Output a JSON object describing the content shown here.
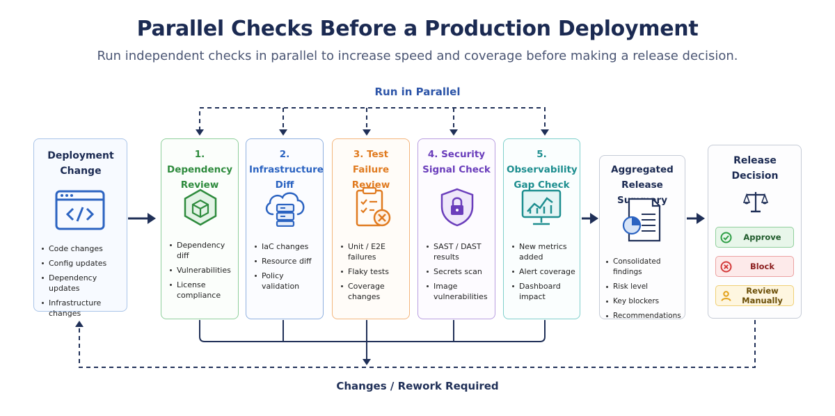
{
  "header": {
    "title": "Parallel Checks Before a Production Deployment",
    "subtitle": "Run independent checks in parallel to increase speed and coverage before making a release decision."
  },
  "labels": {
    "run_in_parallel": "Run in Parallel",
    "rework": "Changes / Rework Required"
  },
  "deployment": {
    "title": "Deployment Change",
    "icon": "code-window-icon",
    "items": [
      "Code changes",
      "Config updates",
      "Dependency updates",
      "Infrastructure changes"
    ]
  },
  "checks": [
    {
      "title": "1. Dependency Review",
      "icon": "package-icon",
      "color": "#2e8b3d",
      "items": [
        "Dependency diff",
        "Vulnerabilities",
        "License compliance"
      ]
    },
    {
      "title": "2. Infrastructure Diff",
      "icon": "cloud-server-icon",
      "color": "#2b63c1",
      "items": [
        "IaC changes",
        "Resource diff",
        "Policy validation"
      ]
    },
    {
      "title": "3. Test Failure Review",
      "icon": "clipboard-x-icon",
      "color": "#e07a1f",
      "items": [
        "Unit / E2E failures",
        "Flaky tests",
        "Coverage changes"
      ]
    },
    {
      "title": "4. Security Signal Check",
      "icon": "shield-lock-icon",
      "color": "#6a3dbb",
      "items": [
        "SAST / DAST results",
        "Secrets scan",
        "Image vulnerabilities"
      ]
    },
    {
      "title": "5. Observability Gap Check",
      "icon": "monitor-chart-icon",
      "color": "#1d8e8f",
      "items": [
        "New metrics added",
        "Alert coverage",
        "Dashboard impact"
      ]
    }
  ],
  "aggregate": {
    "title": "Aggregated Release Summary",
    "icon": "report-icon",
    "items": [
      "Consolidated findings",
      "Risk level",
      "Key blockers",
      "Recommendations"
    ]
  },
  "release": {
    "title": "Release Decision",
    "icon": "scales-icon",
    "options": [
      {
        "label": "Approve",
        "icon": "check-circle-icon",
        "color": "#2e9e45"
      },
      {
        "label": "Block",
        "icon": "x-circle-icon",
        "color": "#d33a3a"
      },
      {
        "label": "Review Manually",
        "icon": "person-icon",
        "color": "#e3a21a"
      }
    ]
  }
}
